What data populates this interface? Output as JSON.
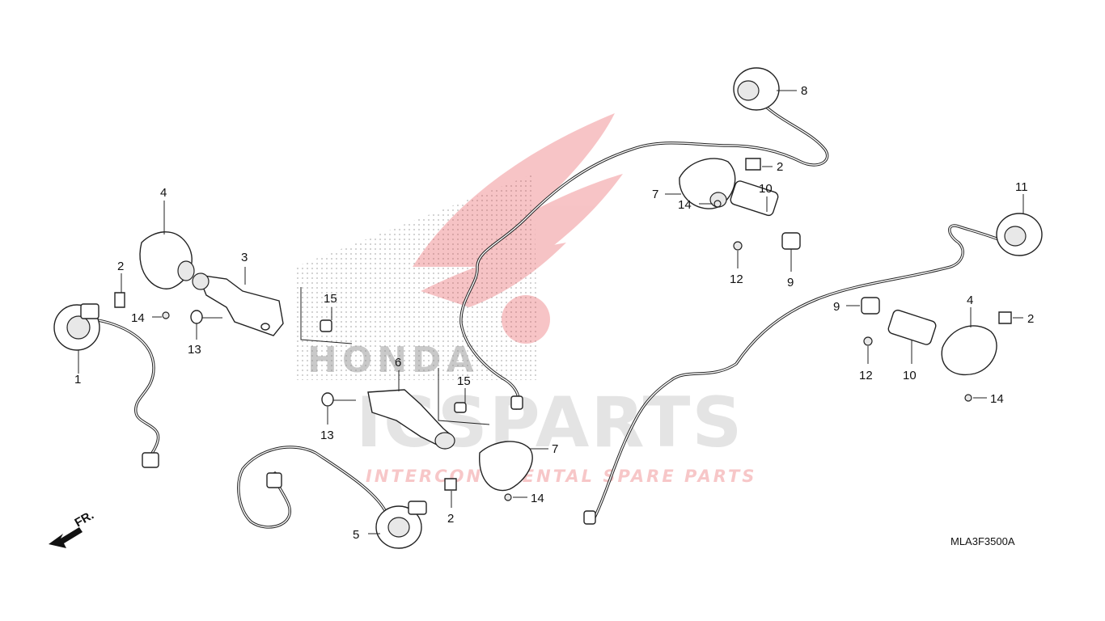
{
  "diagram": {
    "code": "MLA3F3500A",
    "front_label": "FR.",
    "watermark": {
      "brand": "HONDA",
      "primary": "ICSPARTS",
      "secondary": "INTERCONTINENTAL SPARE PARTS",
      "color": "#e5484d"
    },
    "callouts": [
      {
        "id": "c1",
        "label": "1"
      },
      {
        "id": "c2a",
        "label": "2"
      },
      {
        "id": "c3",
        "label": "3"
      },
      {
        "id": "c4a",
        "label": "4"
      },
      {
        "id": "c14a",
        "label": "14"
      },
      {
        "id": "c13a",
        "label": "13"
      },
      {
        "id": "c15a",
        "label": "15"
      },
      {
        "id": "c6",
        "label": "6"
      },
      {
        "id": "c15b",
        "label": "15"
      },
      {
        "id": "c13b",
        "label": "13"
      },
      {
        "id": "c7a",
        "label": "7"
      },
      {
        "id": "c14b",
        "label": "14"
      },
      {
        "id": "c2b",
        "label": "2"
      },
      {
        "id": "c5",
        "label": "5"
      },
      {
        "id": "c8",
        "label": "8"
      },
      {
        "id": "c2c",
        "label": "2"
      },
      {
        "id": "c7b",
        "label": "7"
      },
      {
        "id": "c10a",
        "label": "10"
      },
      {
        "id": "c14c",
        "label": "14"
      },
      {
        "id": "c12a",
        "label": "12"
      },
      {
        "id": "c9a",
        "label": "9"
      },
      {
        "id": "c11",
        "label": "11"
      },
      {
        "id": "c9b",
        "label": "9"
      },
      {
        "id": "c4b",
        "label": "4"
      },
      {
        "id": "c2d",
        "label": "2"
      },
      {
        "id": "c12b",
        "label": "12"
      },
      {
        "id": "c10b",
        "label": "10"
      },
      {
        "id": "c14d",
        "label": "14"
      }
    ]
  }
}
